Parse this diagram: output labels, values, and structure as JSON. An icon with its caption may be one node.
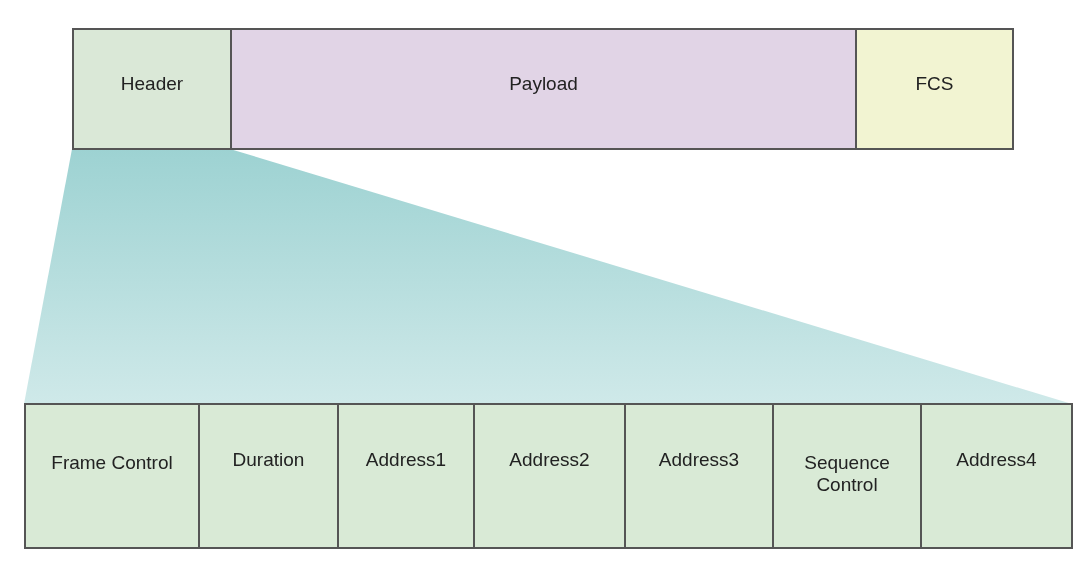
{
  "diagram": {
    "nodes": [
      {
        "text": [
          "Header"
        ]
      },
      {
        "text": [
          "Payload"
        ]
      },
      {
        "text": [
          "FCS"
        ]
      },
      {
        "text": [
          "Frame Control"
        ]
      },
      {
        "text": [
          "Duration"
        ]
      },
      {
        "text": [
          "Address1"
        ]
      },
      {
        "text": [
          "Address2"
        ]
      },
      {
        "text": [
          "Address3"
        ]
      },
      {
        "text": [
          "Sequence Control"
        ]
      },
      {
        "text": [
          "Address4"
        ]
      }
    ]
  }
}
